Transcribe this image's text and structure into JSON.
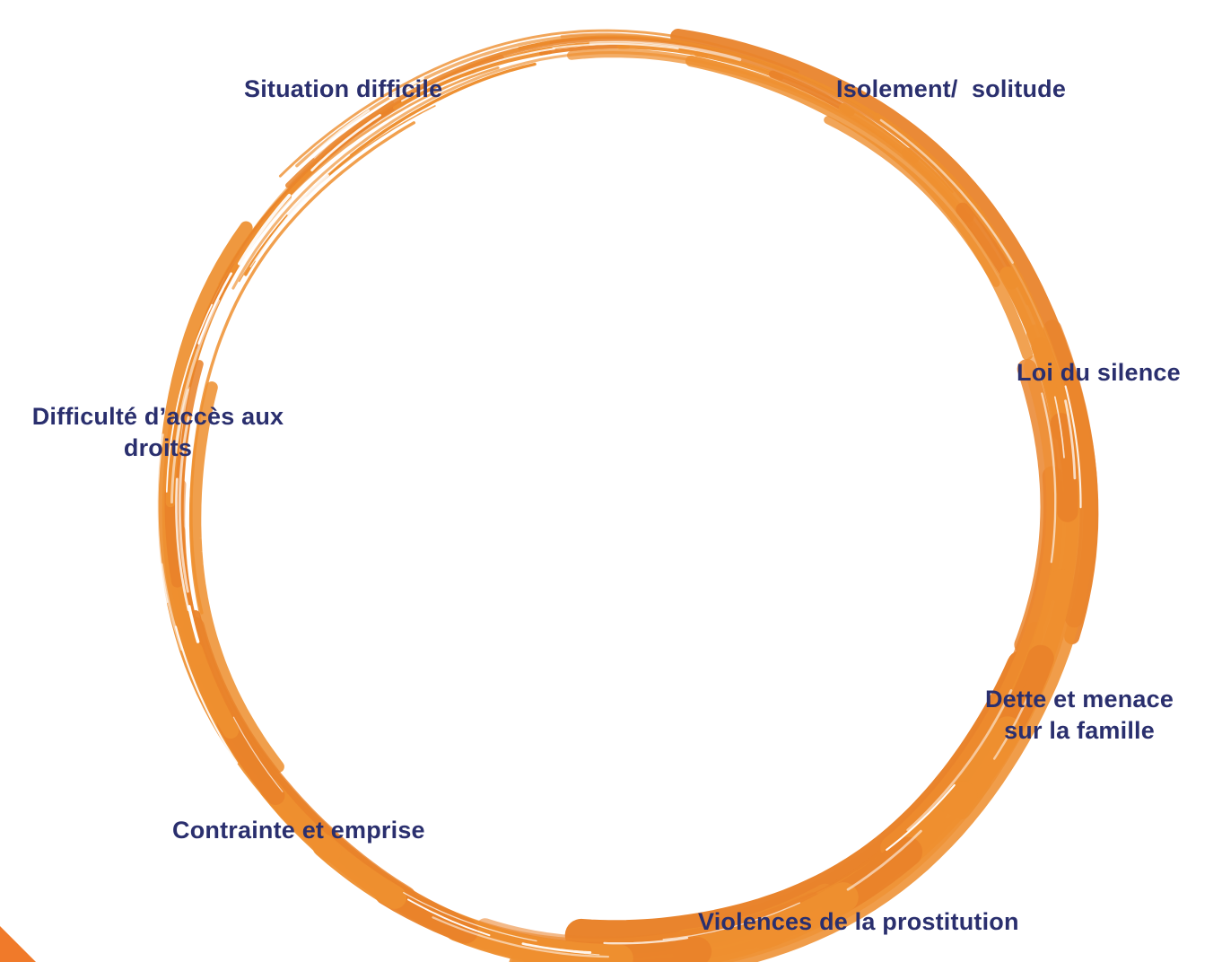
{
  "diagram": {
    "colors": {
      "ring": "#ee8f2f",
      "ring_dark": "#e9832a",
      "label_text": "#2a2f6e",
      "corner_accent": "#f07a2a",
      "background": "#ffffff"
    },
    "ring_style": "brush-stroke circle",
    "labels": {
      "situation": "Situation difficile",
      "isolement": "Isolement/  solitude",
      "loi": "Loi du silence",
      "difficulte_line1": "Difficulté d’accès aux",
      "difficulte_line2": "droits",
      "dette_line1": "Dette et menace",
      "dette_line2": "sur la famille",
      "contrainte": "Contrainte et emprise",
      "violences": "Violences de la prostitution"
    }
  }
}
